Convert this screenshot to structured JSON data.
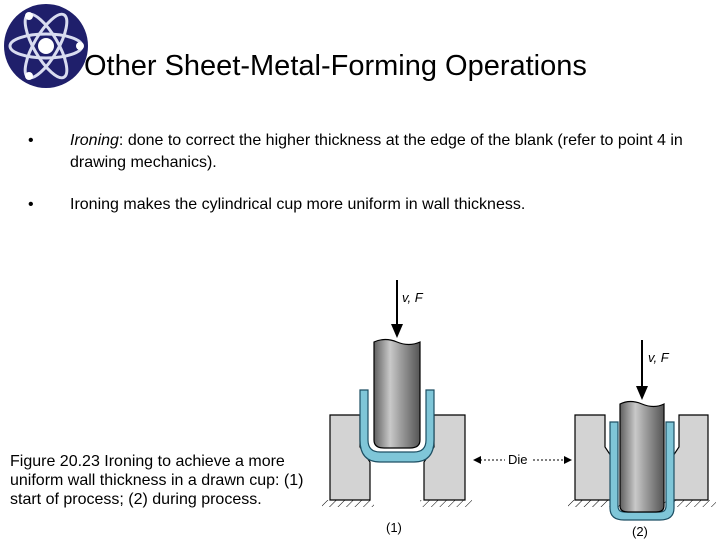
{
  "slide": {
    "title": "Other Sheet-Metal-Forming Operations"
  },
  "bullets": [
    {
      "term": "Ironing",
      "text": ": done to correct the higher thickness at the edge of the blank (refer to point 4 in drawing mechanics)."
    },
    {
      "term": "",
      "text": "Ironing makes the cylindrical cup more uniform in wall thickness."
    }
  ],
  "figure": {
    "caption": "Figure 20.23 Ironing to achieve a more uniform wall thickness in a drawn cup: (1) start of process; (2) during process.",
    "label_vf_1": "v, F",
    "label_vf_2": "v, F",
    "label_die": "Die",
    "label_step_1": "(1)",
    "label_step_2": "(2)"
  },
  "colors": {
    "logo_navy": "#1f1f6b",
    "die_gray": "#d3d3d3",
    "cup_blue": "#7fc6d8",
    "punch_gray": "#8e8e8e"
  },
  "icons": {
    "logo": "atom-icon"
  }
}
